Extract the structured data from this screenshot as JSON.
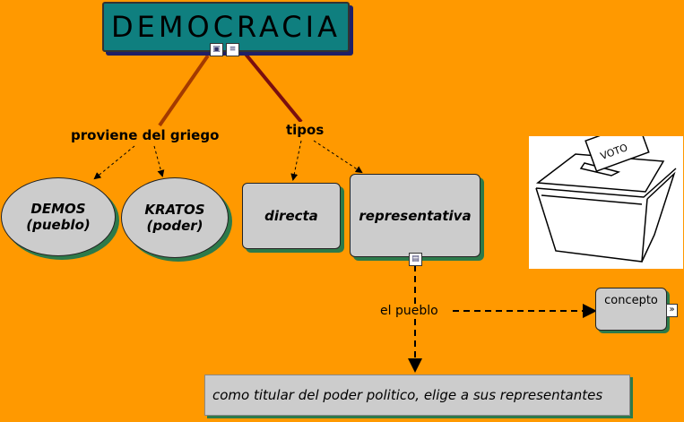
{
  "title": "DEMOCRACIA",
  "links": {
    "proviene": "proviene del griego",
    "tipos": "tipos",
    "el_pueblo": "el pueblo"
  },
  "nodes": {
    "demos_line1": "DEMOS",
    "demos_line2": "(pueblo)",
    "kratos_line1": "KRATOS",
    "kratos_line2": "(poder)",
    "directa": "directa",
    "representativa": "representativa",
    "concepto": "concepto"
  },
  "phrase": "como titular del poder politico, elige a sus representantes",
  "ballot_box_text": "VOTO",
  "icons": {
    "title_icons": [
      "image-icon",
      "document-icon"
    ],
    "representativa_icon": "video-icon",
    "concepto_expand": "expand-icon"
  },
  "colors": {
    "background": "#ff9900",
    "title_bg": "#0f7f7f",
    "node_bg": "#cccccc",
    "link_main": "#8b1a00"
  }
}
